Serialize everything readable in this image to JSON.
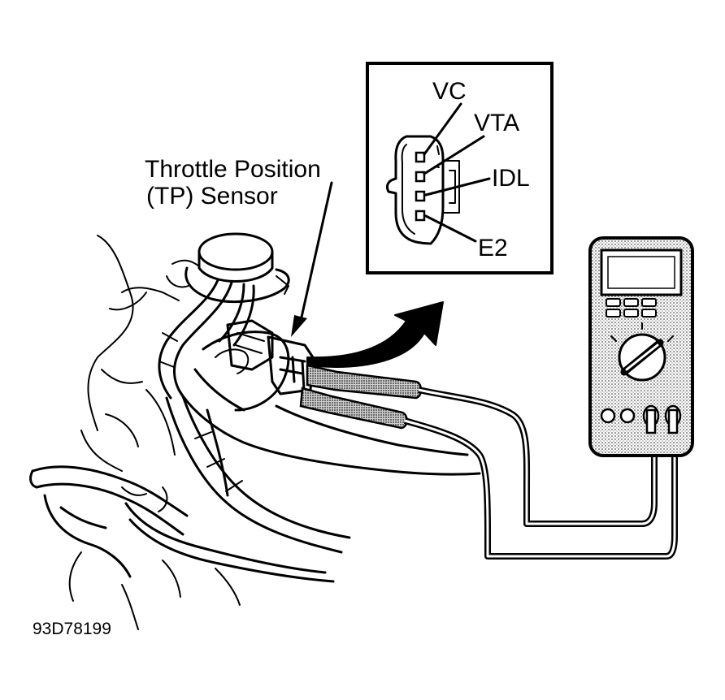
{
  "sensor_label": {
    "line1": "Throttle Position",
    "line2": "(TP) Sensor"
  },
  "pins": [
    {
      "label": "VC"
    },
    {
      "label": "VTA"
    },
    {
      "label": "IDL"
    },
    {
      "label": "E2"
    }
  ],
  "figure_id": "93D78199",
  "colors": {
    "ink": "#000000",
    "paper": "#ffffff",
    "meter_shading": "#d6d6d6",
    "probe_shading": "#8c8c8c"
  }
}
